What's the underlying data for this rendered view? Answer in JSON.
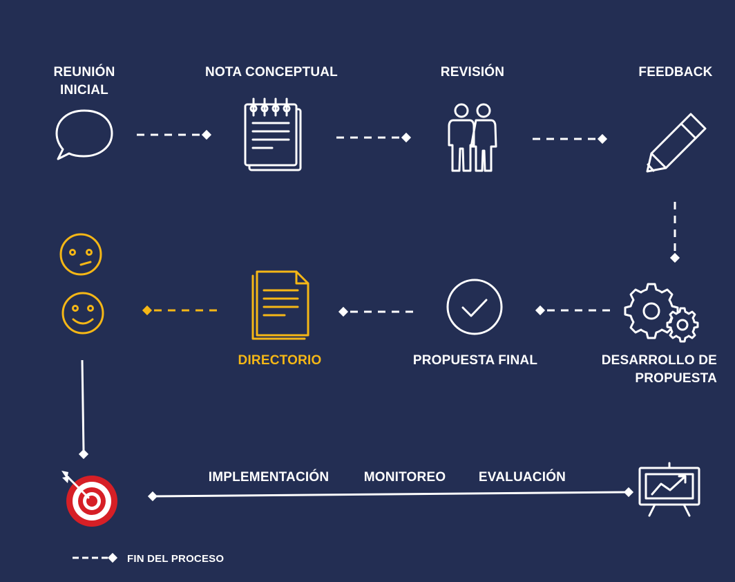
{
  "colors": {
    "background": "#232e53",
    "line": "#ffffff",
    "highlight": "#f5b716",
    "target_red": "#d61f26"
  },
  "steps": {
    "reunion_inicial": {
      "line1": "REUNIÓN",
      "line2": "INICIAL",
      "icon": "speech-bubble-icon"
    },
    "nota_conceptual": {
      "label": "NOTA CONCEPTUAL",
      "icon": "notepad-icon"
    },
    "revision": {
      "label": "REVISIÓN",
      "icon": "people-icon"
    },
    "feedback": {
      "label": "FEEDBACK",
      "icon": "pencil-icon"
    },
    "desarrollo": {
      "line1": "DESARROLLO DE",
      "line2": "PROPUESTA",
      "icon": "gears-icon"
    },
    "propuesta_final": {
      "label": "PROPUESTA FINAL",
      "icon": "check-circle-icon"
    },
    "directorio": {
      "label": "DIRECTORIO",
      "icon": "document-icon"
    },
    "reactions": {
      "icons": [
        "neutral-face-icon",
        "smile-face-icon"
      ]
    },
    "final_line": {
      "labels": [
        "IMPLEMENTACIÓN",
        "MONITOREO",
        "EVALUACIÓN"
      ],
      "start_icon": "presentation-chart-icon",
      "end_icon": "target-dart-icon"
    }
  },
  "legend": {
    "label": "FIN DEL PROCESO"
  }
}
